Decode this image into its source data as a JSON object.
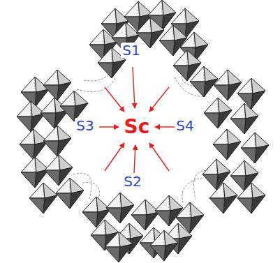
{
  "diagram": {
    "labels": [
      "S1",
      "S3",
      "Sc",
      "S4",
      "S2"
    ]
  }
}
